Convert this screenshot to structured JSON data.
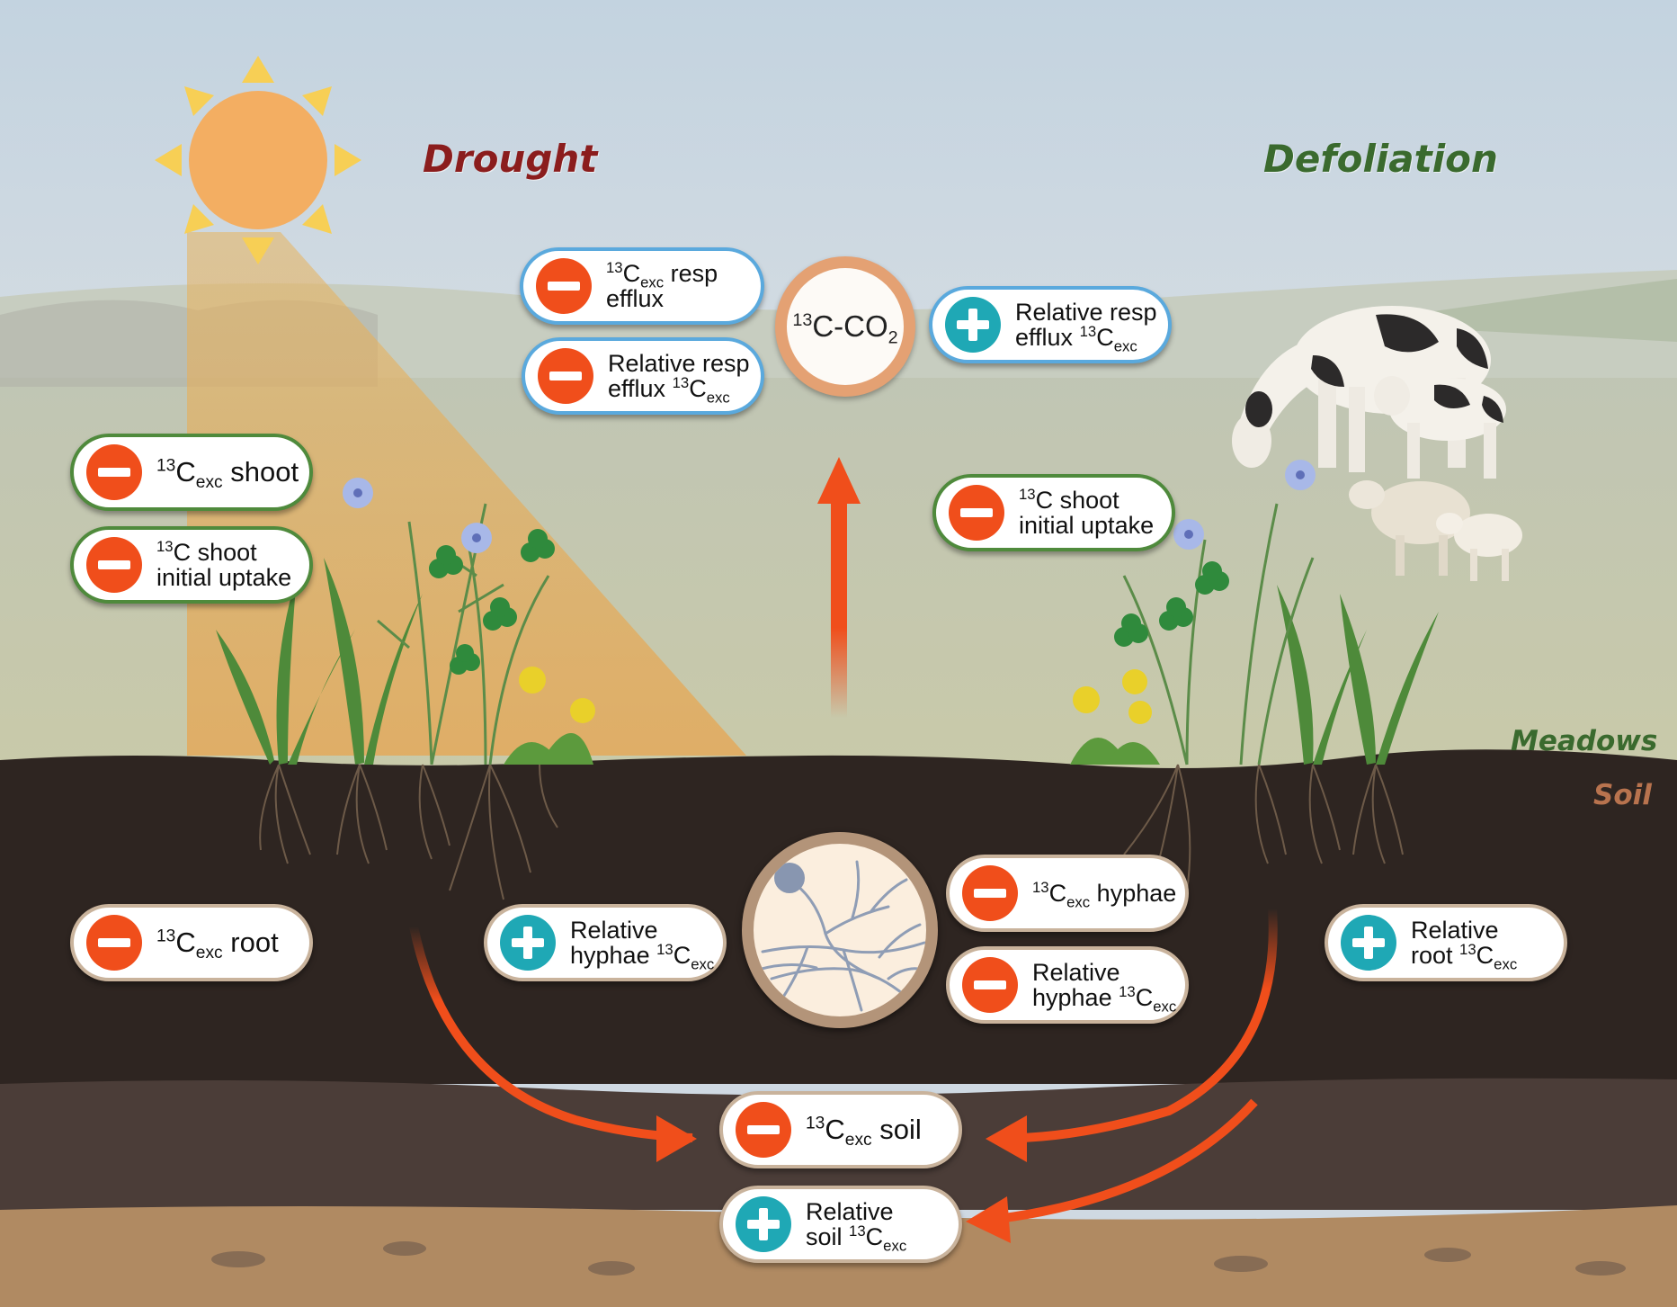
{
  "titles": {
    "drought": "Drought",
    "defoliation": "Defoliation",
    "meadows": "Meadows",
    "soil": "Soil"
  },
  "co2_label": {
    "pre": "13",
    "base": "C-CO",
    "sub": "2"
  },
  "labels": {
    "drought_resp_efflux": {
      "sign": "minus",
      "l1_sup": "13",
      "l1_base": "C",
      "l1_sub": "exc",
      "l1_rest": " resp",
      "l2": "efflux"
    },
    "drought_rel_resp_efflux": {
      "sign": "minus",
      "l1": "Relative resp",
      "l2_pre": "efflux ",
      "l2_sup": "13",
      "l2_base": "C",
      "l2_sub": "exc"
    },
    "defol_rel_resp_efflux": {
      "sign": "plus",
      "l1": "Relative resp",
      "l2_pre": "efflux ",
      "l2_sup": "13",
      "l2_base": "C",
      "l2_sub": "exc"
    },
    "drought_shoot": {
      "sign": "minus",
      "sup": "13",
      "base": "C",
      "sub": "exc",
      "rest": " shoot"
    },
    "drought_shoot_uptake": {
      "sign": "minus",
      "l1_sup": "13",
      "l1_base": "C shoot",
      "l2": "initial uptake"
    },
    "defol_shoot_uptake": {
      "sign": "minus",
      "l1_sup": "13",
      "l1_base": "C shoot",
      "l2": "initial uptake"
    },
    "drought_root": {
      "sign": "minus",
      "sup": "13",
      "base": "C",
      "sub": "exc",
      "rest": " root"
    },
    "drought_rel_hyphae": {
      "sign": "plus",
      "l1": "Relative",
      "l2_pre": "hyphae ",
      "l2_sup": "13",
      "l2_base": "C",
      "l2_sub": "exc"
    },
    "defol_hyphae": {
      "sign": "minus",
      "sup": "13",
      "base": "C",
      "sub": "exc",
      "rest": " hyphae"
    },
    "defol_rel_hyphae": {
      "sign": "minus",
      "l1": "Relative",
      "l2_pre": "hyphae ",
      "l2_sup": "13",
      "l2_base": "C",
      "l2_sub": "exc"
    },
    "defol_rel_root": {
      "sign": "plus",
      "l1": "Relative",
      "l2_pre": "root ",
      "l2_sup": "13",
      "l2_base": "C",
      "l2_sub": "exc"
    },
    "soil_exc": {
      "sign": "minus",
      "sup": "13",
      "base": "C",
      "sub": "exc",
      "rest": " soil"
    },
    "soil_rel": {
      "sign": "plus",
      "l1": "Relative",
      "l2_pre": "soil ",
      "l2_sup": "13",
      "l2_base": "C",
      "l2_sub": "exc"
    }
  },
  "colors": {
    "drought": "#8b1d1d",
    "defoliation": "#3a6a2e",
    "meadows": "#3a6a2e",
    "soil_label": "#b8734e",
    "minus": "#f04e1b",
    "plus": "#1fa8b5",
    "arrow": "#f04e1b",
    "topsoil": "#2e2521",
    "midsoil": "#4b3d38",
    "subsoil": "#b08a62"
  },
  "icons": [
    "sun-icon",
    "cow-icon",
    "calf-icon",
    "sheep-icon",
    "lamb-icon",
    "plant-icon",
    "hyphae-icon"
  ]
}
